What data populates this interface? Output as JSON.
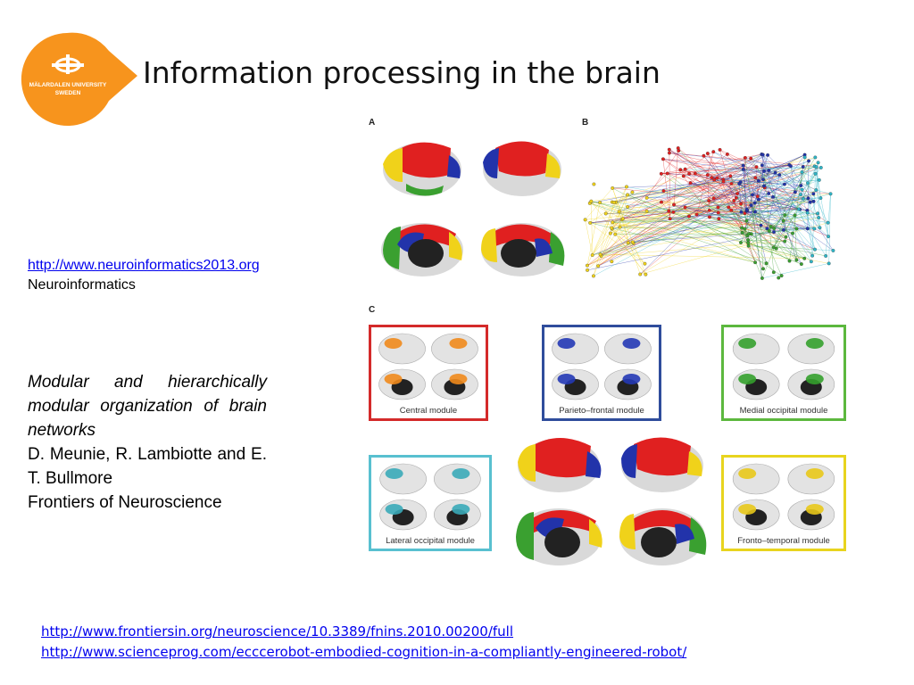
{
  "logo": {
    "line1": "MÄLARDALEN UNIVERSITY",
    "line2": "SWEDEN",
    "color": "#f7941d"
  },
  "title": "Information processing in the brain",
  "ref_top": {
    "link": "http://www.neuroinformatics2013.org",
    "text": "Neuroinformatics"
  },
  "citation": {
    "paper_title": "Modular and hierarchically modular organization of brain networks",
    "authors": "D. Meunie, R. Lambiotte and E. T. Bullmore",
    "journal": "Frontiers of Neuroscience"
  },
  "figure": {
    "panels": [
      "A",
      "B",
      "C"
    ],
    "modules": [
      {
        "label": "Central module",
        "color": "#d42a2a",
        "highlight": "#f08a1c"
      },
      {
        "label": "Parieto–frontal module",
        "color": "#2f4d9c",
        "highlight": "#2438b5"
      },
      {
        "label": "Medial occipital module",
        "color": "#5cb83e",
        "highlight": "#34a02c"
      },
      {
        "label": "Lateral occipital module",
        "color": "#58c0d0",
        "highlight": "#3aaab8"
      },
      {
        "label": "Fronto–temporal module",
        "color": "#e8d41e",
        "highlight": "#e8c81a"
      }
    ],
    "colors": {
      "red": "#e02020",
      "blue": "#2233aa",
      "green": "#3aa030",
      "yellow": "#f0d21a",
      "cyan": "#2fb6c8",
      "orange": "#f08a1c",
      "cortex": "#d9d9d9"
    }
  },
  "bottom_links": [
    "http://www.frontiersin.org/neuroscience/10.3389/fnins.2010.00200/full",
    "http://www.scienceprog.com/ecccerobot-embodied-cognition-in-a-compliantly-engineered-robot/"
  ]
}
